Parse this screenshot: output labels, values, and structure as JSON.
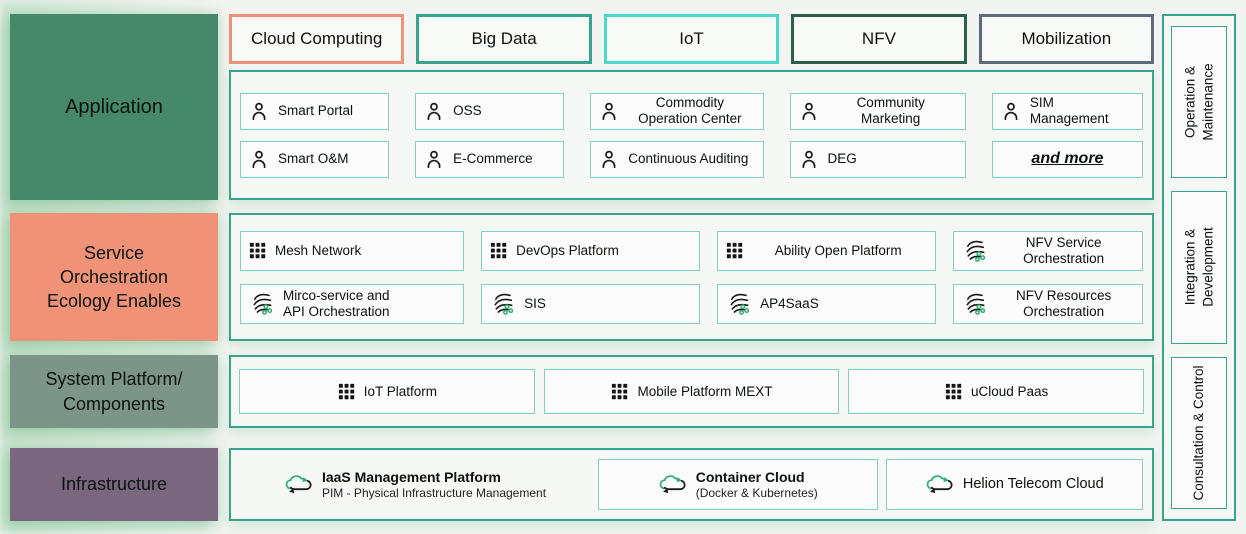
{
  "colors": {
    "panel_border": "#3aa38d",
    "item_border": "#85cfc0",
    "application_bg": "#45896a",
    "service_bg": "#ef9277",
    "system_bg": "#7d9589",
    "infrastructure_bg": "#7b6680",
    "tab_cloud_border": "#ef9277",
    "tab_bigdata_border": "#3aa38d",
    "tab_iot_border": "#4cd9cb",
    "tab_nfv_border": "#2e5f4e",
    "tab_mobilization_border": "#5b6b7b",
    "flow_dot_green": "#2fae77"
  },
  "tabs": [
    {
      "id": "cloud-computing",
      "label": "Cloud Computing",
      "border": "#ef9277"
    },
    {
      "id": "big-data",
      "label": "Big Data",
      "border": "#3aa38d"
    },
    {
      "id": "iot",
      "label": "IoT",
      "border": "#4cd9cb"
    },
    {
      "id": "nfv",
      "label": "NFV",
      "border": "#2e5f4e"
    },
    {
      "id": "mobilization",
      "label": "Mobilization",
      "border": "#5b6b7b"
    }
  ],
  "left_labels": [
    {
      "id": "application",
      "label": "Application",
      "bg": "#45896a"
    },
    {
      "id": "service-orchestration",
      "label": "Service\nOrchestration\nEcology Enables",
      "bg": "#ef9277"
    },
    {
      "id": "system-platform",
      "label": "System Platform/\nComponents",
      "bg": "#7d9589"
    },
    {
      "id": "infrastructure",
      "label": "Infrastructure",
      "bg": "#7b6680"
    }
  ],
  "application_panel": {
    "items": [
      {
        "label": "Smart Portal",
        "icon": "person-icon"
      },
      {
        "label": "OSS",
        "icon": "person-icon"
      },
      {
        "label": "Commodity\nOperation Center",
        "icon": "person-icon",
        "center": true
      },
      {
        "label": "Community\nMarketing",
        "icon": "person-icon",
        "center": true
      },
      {
        "label": "SIM Management",
        "icon": "person-icon",
        "tight": true
      },
      {
        "label": "Smart O&M",
        "icon": "person-icon"
      },
      {
        "label": "E-Commerce",
        "icon": "person-icon"
      },
      {
        "label": "Continuous Auditing",
        "icon": "person-icon",
        "tight": true
      },
      {
        "label": "DEG",
        "icon": "person-icon"
      },
      {
        "label": "and more",
        "icon": null,
        "and_more": true
      }
    ]
  },
  "service_panel": {
    "items": [
      {
        "label": "Mesh Network",
        "icon": "grid-icon"
      },
      {
        "label": "DevOps Platform",
        "icon": "grid-icon"
      },
      {
        "label": "Ability Open Platform",
        "icon": "grid-icon",
        "center": true
      },
      {
        "label": "NFV Service\nOrchestration",
        "icon": "flow-icon",
        "center": true
      },
      {
        "label": "Mirco-service and\nAPI Orchestration",
        "icon": "flow-icon"
      },
      {
        "label": "SIS",
        "icon": "flow-icon"
      },
      {
        "label": "AP4SaaS",
        "icon": "flow-icon"
      },
      {
        "label": "NFV Resources\nOrchestration",
        "icon": "flow-icon",
        "center": true
      }
    ]
  },
  "system_panel": {
    "items": [
      {
        "label": "IoT Platform",
        "icon": "grid-icon"
      },
      {
        "label": "Mobile Platform MEXT",
        "icon": "grid-icon"
      },
      {
        "label": "uCloud Paas",
        "icon": "grid-icon"
      }
    ]
  },
  "infrastructure_panel": {
    "items": [
      {
        "title": "IaaS Management Platform",
        "subtitle": "PIM - Physical Infrastructure Management",
        "icon": "cloud-sync-icon",
        "bordered": false,
        "bold": true
      },
      {
        "title": "Container Cloud",
        "subtitle": "(Docker & Kubernetes)",
        "icon": "cloud-sync-icon",
        "bordered": true,
        "bold": true
      },
      {
        "title": "Helion Telecom Cloud",
        "subtitle": "",
        "icon": "cloud-sync-icon",
        "bordered": true,
        "bold": false
      }
    ]
  },
  "sidebar": {
    "items": [
      {
        "id": "operation-maintenance",
        "label": "Operation &\nMaintenance"
      },
      {
        "id": "integration-development",
        "label": "Integration &\nDevelopment"
      },
      {
        "id": "consultation-control",
        "label": "Consultation & Control"
      }
    ]
  }
}
